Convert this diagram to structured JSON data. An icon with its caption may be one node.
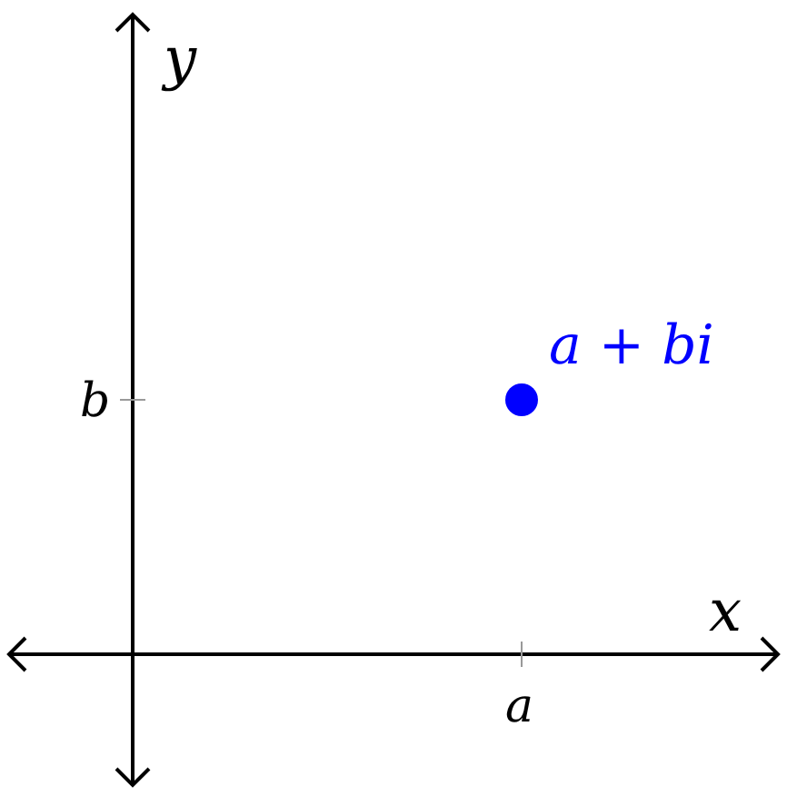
{
  "diagram": {
    "nodes": [
      {
        "text": [],
        "shape": "circle",
        "beside": [
          "a + bi"
        ]
      }
    ],
    "labels": [
      "y",
      "b",
      "x",
      "a"
    ]
  }
}
